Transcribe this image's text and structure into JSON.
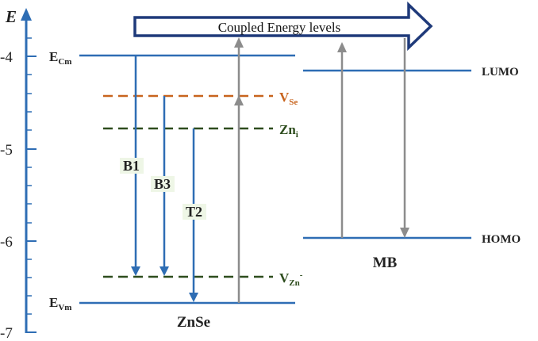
{
  "axis": {
    "label": "E",
    "ticks": [
      "-4",
      "-5",
      "-6",
      "-7"
    ]
  },
  "banner": {
    "label": "Coupled Energy levels"
  },
  "zn_se": {
    "name": "ZnSe",
    "levels": [
      {
        "id": "ecm",
        "main": "E",
        "sub": "Cm",
        "sup": "",
        "color": "#2e6db4"
      },
      {
        "id": "vse",
        "main": "V",
        "sub": "Se",
        "sup": "",
        "color": "#c8641e"
      },
      {
        "id": "zni",
        "main": "Zn",
        "sub": "i",
        "sup": "",
        "color": "#2e4d1e"
      },
      {
        "id": "vzn",
        "main": "V",
        "sub": "Zn",
        "sup": "-",
        "color": "#2e4d1e"
      },
      {
        "id": "evm",
        "main": "E",
        "sub": "Vm",
        "sup": "",
        "color": "#2e6db4"
      }
    ],
    "transitions": [
      "B1",
      "B3",
      "T2"
    ]
  },
  "mb": {
    "name": "MB",
    "levels": [
      "LUMO",
      "HOMO"
    ]
  },
  "colors": {
    "axis": "#2e6db4",
    "level": "#2e6db4",
    "transition": "#2e6db4",
    "excitation": "#8c8c8c",
    "label_box": "#eef6e6"
  }
}
